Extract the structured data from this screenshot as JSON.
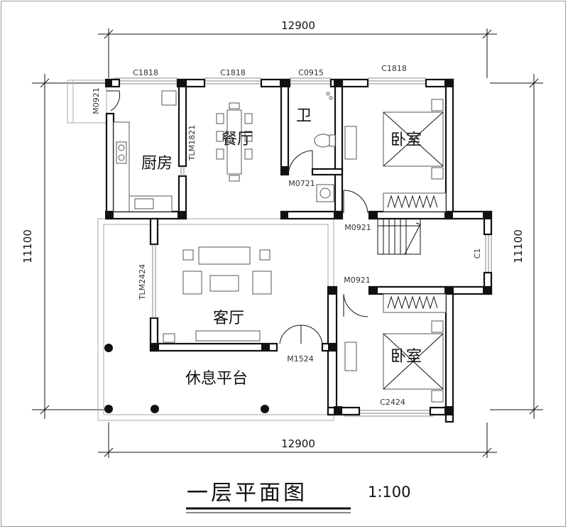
{
  "dimensions": {
    "top": "12900",
    "bottom": "12900",
    "left": "11100",
    "right": "11100"
  },
  "window_codes": {
    "c1818_a": "C1818",
    "c1818_b": "C1818",
    "c0915": "C0915",
    "c1818_c": "C1818",
    "c1": "C1",
    "c2424": "C2424"
  },
  "door_codes": {
    "m0921_kitchen": "M0921",
    "tlm1821": "TLM1821",
    "m0721": "M0721",
    "m0921_stair": "M0921",
    "tlm2424": "TLM2424",
    "m0921_bedroom": "M0921",
    "m1524": "M1524"
  },
  "rooms": {
    "kitchen": "厨房",
    "dining": "餐厅",
    "bathroom": "卫",
    "bedroom_top": "卧室",
    "bedroom_bottom": "卧室",
    "living": "客厅",
    "terrace": "休息平台"
  },
  "title": {
    "main": "一层平面图",
    "scale": "1:100"
  }
}
